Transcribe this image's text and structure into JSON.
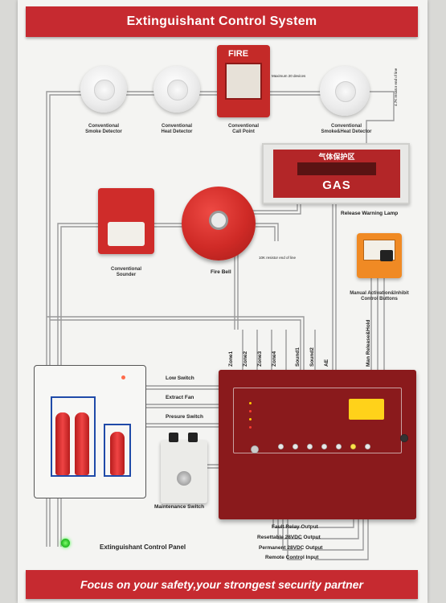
{
  "header": {
    "title": "Extinguishant Control System"
  },
  "footer": {
    "slogan": "Focus on your safety,your strongest security partner"
  },
  "devices": {
    "smoke_detector": "Conventional\nSmoke Detector",
    "heat_detector": "Conventional\nHeat Detector",
    "call_point": "Conventional\nCall Point",
    "call_point_badge": "FIRE",
    "smoke_heat_detector": "Conventional\nSmoke&Heat Detector",
    "release_lamp": "Release Warning Lamp",
    "release_lamp_cn": "气体保护区",
    "release_lamp_gas": "GAS",
    "sounder": "Conventional\nSounder",
    "fire_bell": "Fire Bell",
    "manual_button": "Manual Activation&Inhibit\nControl Buttons",
    "maintenance_switch": "Maintenance Switch",
    "control_panel": "Extinguishant  Control Panel"
  },
  "notes": {
    "max_devices": "Maximum 20 devices",
    "resistor_eol_1": "4.7K resistor end of line",
    "resistor_eol_2": "10K resistor end of line"
  },
  "zones": [
    "Zone1",
    "Zone2",
    "Zone3",
    "Zone4",
    "Sound1",
    "Sound2",
    "AE",
    "Man Release&Hold"
  ],
  "side_inputs": [
    "Low Switch",
    "Extract Fan",
    "Presure Switch"
  ],
  "outputs": [
    "Fault Relay Output",
    "Resettable 28VDC Output",
    "Permanent 28VDC Output",
    "Remote Control Input"
  ],
  "colors": {
    "banner": "#c62a30",
    "wire": "#9a9a9a",
    "panel": "#8a1a1c",
    "tank_rack": "#1f4aa8"
  }
}
